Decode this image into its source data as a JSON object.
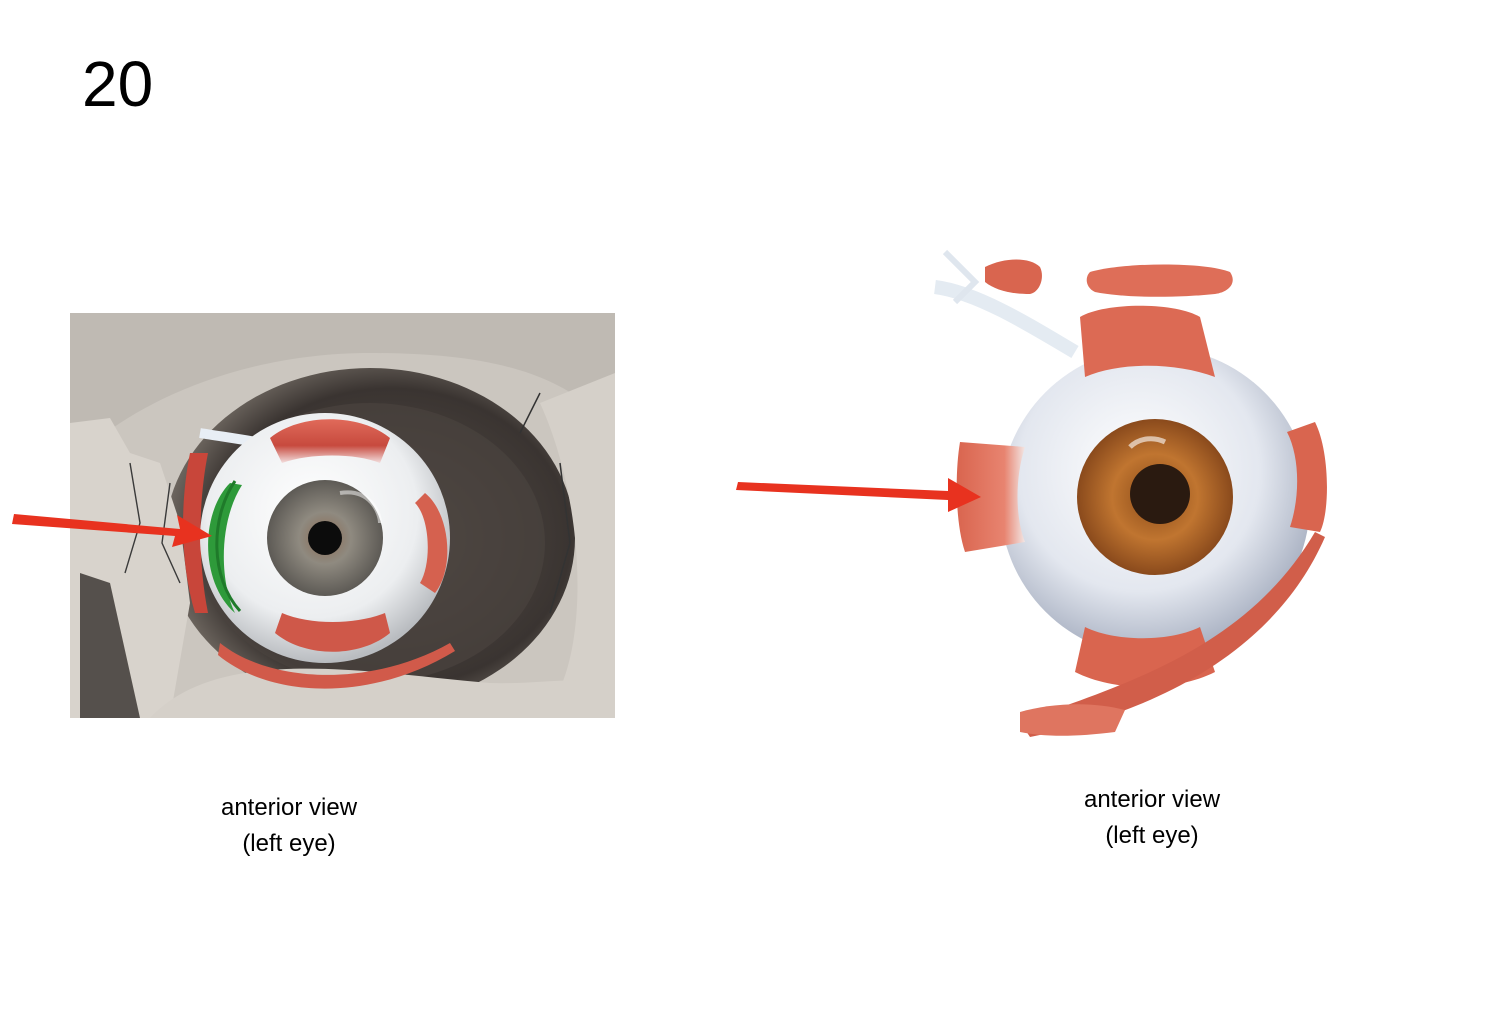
{
  "slide": {
    "number": "20"
  },
  "figures": [
    {
      "id": "left",
      "description": "Anterior view of left eye in orbit with extraocular muscles; medial rectus highlighted in green",
      "highlight_color": "#2e9a3a",
      "caption": {
        "line1": "anterior view",
        "line2": "(left eye)"
      }
    },
    {
      "id": "right",
      "description": "Isolated left eyeball with extraocular muscle insertions, anterior view",
      "caption": {
        "line1": "anterior view",
        "line2": "(left eye)"
      }
    }
  ],
  "arrows": [
    {
      "id": "arrow-left",
      "color": "#e8321f",
      "points_to": "medial rectus (highlighted)"
    },
    {
      "id": "arrow-right",
      "color": "#e8321f",
      "points_to": "medial rectus insertion"
    }
  ],
  "colors": {
    "muscle": "#d9654f",
    "sclera": "#e9ecf2",
    "bone": "#cfcac3",
    "orbit_shadow": "#3f3a37",
    "iris_left": "#7d7a74",
    "iris_right": "#b86a2a"
  }
}
